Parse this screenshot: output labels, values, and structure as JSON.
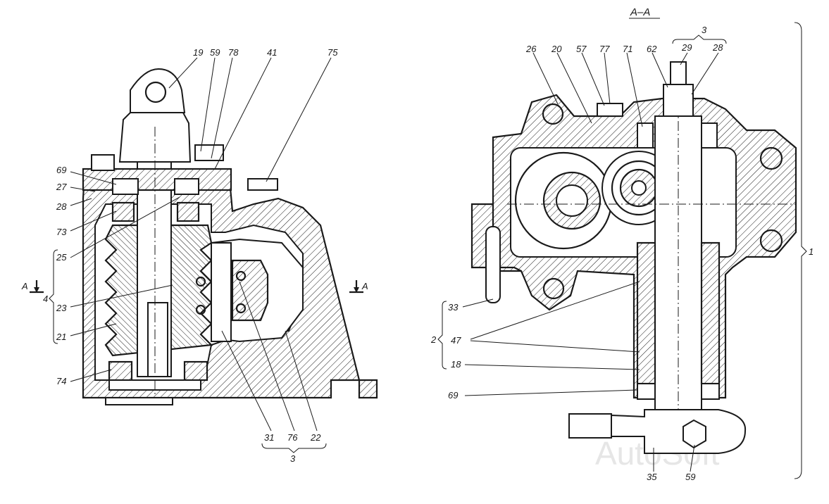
{
  "left_view": {
    "callouts": [
      "19",
      "59",
      "78",
      "41",
      "75",
      "69",
      "27",
      "28",
      "73",
      "25",
      "23",
      "21",
      "74",
      "31",
      "76",
      "22"
    ],
    "group_4": "4",
    "group_3": "3",
    "section_marker": "A"
  },
  "right_view": {
    "title": "А–А",
    "top_group": "3",
    "callouts": [
      "26",
      "20",
      "57",
      "77",
      "71",
      "62",
      "29",
      "28",
      "33",
      "47",
      "18",
      "69",
      "35",
      "59"
    ],
    "group_2": "2",
    "group_1": "1"
  },
  "watermark": "AutoSoft",
  "colors": {
    "line": "#1a1a1a",
    "background": "#ffffff",
    "watermark": "#e6e6e6"
  }
}
